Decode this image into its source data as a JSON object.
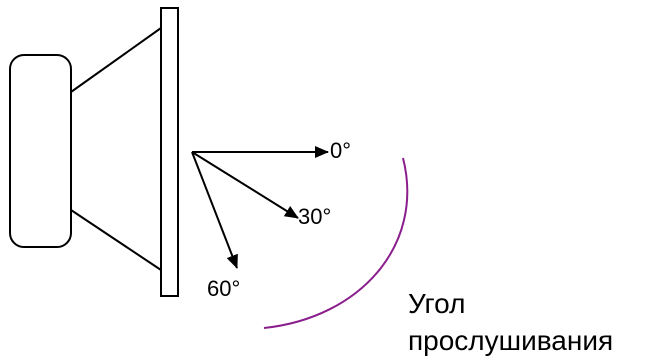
{
  "angles": [
    {
      "value": "0°"
    },
    {
      "value": "30°"
    },
    {
      "value": "60°"
    }
  ],
  "caption": {
    "line1": "Угол",
    "line2": "прослушивания"
  },
  "colors": {
    "stroke": "#000000",
    "arc": "#8a1e8c",
    "background": "#ffffff"
  }
}
